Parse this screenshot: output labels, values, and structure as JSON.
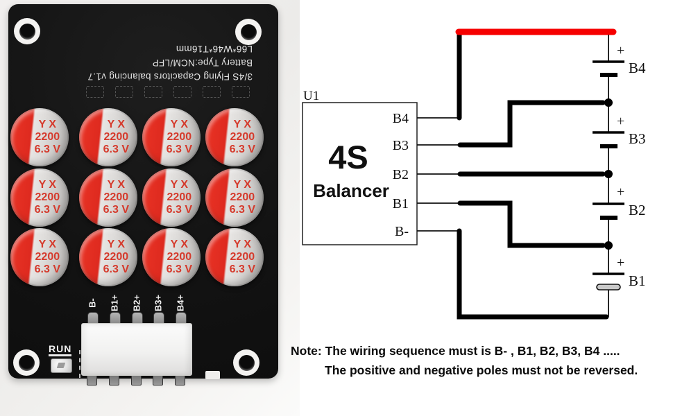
{
  "board_photo": {
    "silkscreen_lines": [
      "3/4S Flying Capacitors balancing v1.7",
      "Battery Type:NCM/LFP",
      "L66*W46*T16mm"
    ],
    "capacitor": {
      "brand": "Y X",
      "capacity": "2200",
      "voltage": "6.3 V"
    },
    "capacitor_grid": {
      "rows": 3,
      "cols": 4,
      "count": 12
    },
    "pin_labels": [
      "B-",
      "B1+",
      "B2+",
      "B3+",
      "B4+"
    ],
    "run_label": "RUN",
    "colors": {
      "pcb": "#131313",
      "cap_red": "#e23126",
      "cap_silver": "#dedcda",
      "cap_text": "#d53a2c",
      "silkscreen": "#e4e4e4"
    }
  },
  "diagram": {
    "ref_designator": "U1",
    "chip_title": "4S",
    "chip_subtitle": "Balancer",
    "pins": [
      "B4",
      "B3",
      "B2",
      "B1",
      "B-"
    ],
    "plus_sign": "+",
    "cells": [
      {
        "label": "B4"
      },
      {
        "label": "B3"
      },
      {
        "label": "B2"
      },
      {
        "label": "B1"
      }
    ],
    "colors": {
      "positive_bus": "#f60000",
      "wire": "#000000"
    }
  },
  "note": {
    "line1": "Note: The wiring sequence must is B- , B1, B2, B3, B4 .....",
    "line2": "The positive and negative poles must not be reversed."
  }
}
